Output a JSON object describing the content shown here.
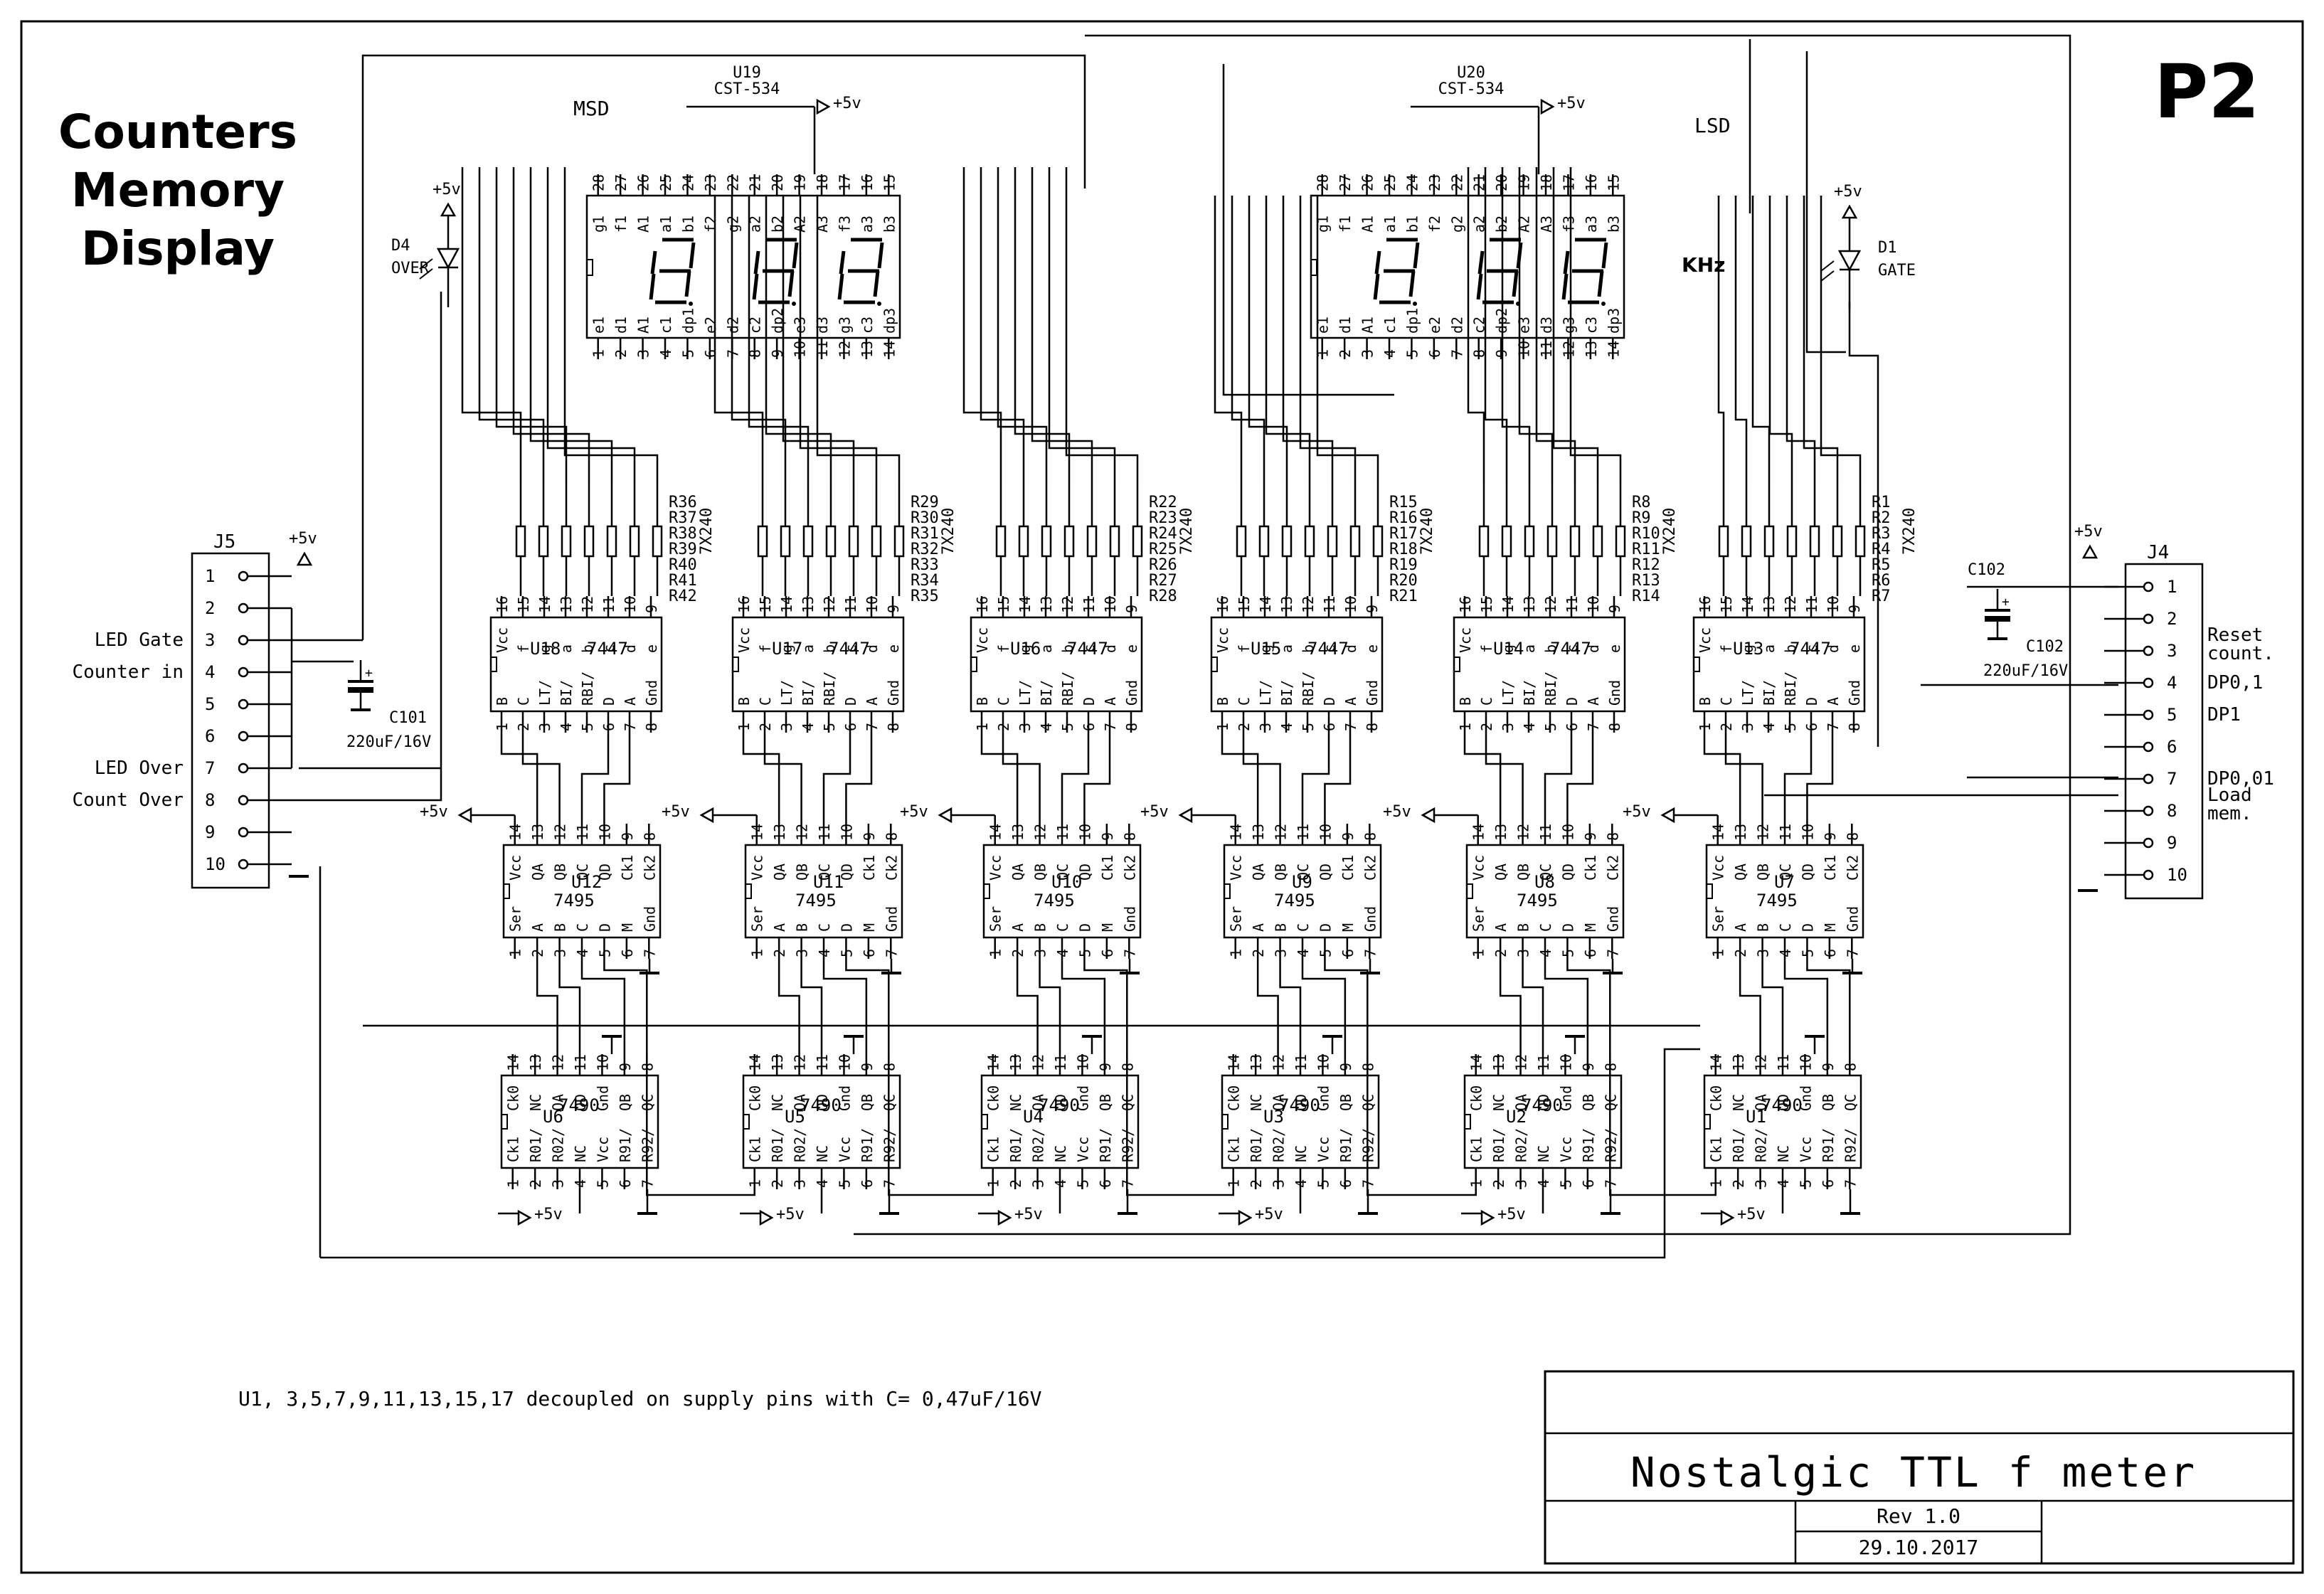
{
  "sheet": {
    "page_label": "P2",
    "heading": [
      "Counters",
      "Memory",
      "Display"
    ],
    "msd_label": "MSD",
    "lsd_label": "LSD",
    "khz_label": "KHz",
    "supply_label": "+5v",
    "note": "U1, 3,5,7,9,11,13,15,17 decoupled on supply pins with C= 0,47uF/16V"
  },
  "displays": [
    {
      "ref": "U19",
      "part": "CST-534",
      "top_pins": [
        "28",
        "27",
        "26",
        "25",
        "24",
        "23",
        "22",
        "21",
        "20",
        "19",
        "18",
        "17",
        "16",
        "15"
      ],
      "top_names": [
        "g1",
        "f1",
        "A1",
        "a1",
        "b1",
        "f2",
        "g2",
        "a2",
        "b2",
        "A2",
        "A3",
        "f3",
        "a3",
        "b3"
      ],
      "bot_pins": [
        "1",
        "2",
        "3",
        "4",
        "5",
        "6",
        "7",
        "8",
        "9",
        "10",
        "11",
        "12",
        "13",
        "14"
      ],
      "bot_names": [
        "e1",
        "d1",
        "A1",
        "c1",
        "dp1",
        "e2",
        "d2",
        "c2",
        "dp2",
        "e3",
        "d3",
        "g3",
        "c3",
        "dp3"
      ]
    },
    {
      "ref": "U20",
      "part": "CST-534",
      "top_pins": [
        "28",
        "27",
        "26",
        "25",
        "24",
        "23",
        "22",
        "21",
        "20",
        "19",
        "18",
        "17",
        "16",
        "15"
      ],
      "top_names": [
        "g1",
        "f1",
        "A1",
        "a1",
        "b1",
        "f2",
        "g2",
        "a2",
        "b2",
        "A2",
        "A3",
        "f3",
        "a3",
        "b3"
      ],
      "bot_pins": [
        "1",
        "2",
        "3",
        "4",
        "5",
        "6",
        "7",
        "8",
        "9",
        "10",
        "11",
        "12",
        "13",
        "14"
      ],
      "bot_names": [
        "e1",
        "d1",
        "A1",
        "c1",
        "dp1",
        "e2",
        "d2",
        "c2",
        "dp2",
        "e3",
        "d3",
        "g3",
        "c3",
        "dp3"
      ]
    }
  ],
  "leds": [
    {
      "ref": "D4",
      "label": "OVER"
    },
    {
      "ref": "D1",
      "label": "GATE"
    }
  ],
  "capacitors": [
    {
      "ref": "C101",
      "value": "220uF/16V"
    },
    {
      "ref": "C102",
      "value": "220uF/16V"
    }
  ],
  "resistor_networks": [
    {
      "refs": [
        "R36",
        "R37",
        "R38",
        "R39",
        "R40",
        "R41",
        "R42"
      ],
      "value": "7X240"
    },
    {
      "refs": [
        "R29",
        "R30",
        "R31",
        "R32",
        "R33",
        "R34",
        "R35"
      ],
      "value": "7X240"
    },
    {
      "refs": [
        "R22",
        "R23",
        "R24",
        "R25",
        "R26",
        "R27",
        "R28"
      ],
      "value": "7X240"
    },
    {
      "refs": [
        "R15",
        "R16",
        "R17",
        "R18",
        "R19",
        "R20",
        "R21"
      ],
      "value": "7X240"
    },
    {
      "refs": [
        "R8",
        "R9",
        "R10",
        "R11",
        "R12",
        "R13",
        "R14"
      ],
      "value": "7X240"
    },
    {
      "refs": [
        "R1",
        "R2",
        "R3",
        "R4",
        "R5",
        "R6",
        "R7"
      ],
      "value": "7X240"
    }
  ],
  "decoders": {
    "refs": [
      "U18",
      "U17",
      "U16",
      "U15",
      "U14",
      "U13"
    ],
    "part": "7447",
    "top_pins": [
      "16",
      "15",
      "14",
      "13",
      "12",
      "11",
      "10",
      "9"
    ],
    "top_names": [
      "Vcc",
      "f",
      "g",
      "a",
      "b",
      "c",
      "d",
      "e"
    ],
    "bot_pins": [
      "1",
      "2",
      "3",
      "4",
      "5",
      "6",
      "7",
      "8"
    ],
    "bot_names": [
      "B",
      "C",
      "LT/",
      "BI/",
      "RBI/",
      "D",
      "A",
      "Gnd"
    ]
  },
  "registers": {
    "refs": [
      "U12",
      "U11",
      "U10",
      "U9",
      "U8",
      "U7"
    ],
    "part": "7495",
    "top_pins": [
      "14",
      "13",
      "12",
      "11",
      "10",
      "9",
      "8"
    ],
    "top_names": [
      "Vcc",
      "QA",
      "QB",
      "QC",
      "QD",
      "Ck1",
      "Ck2"
    ],
    "bot_pins": [
      "1",
      "2",
      "3",
      "4",
      "5",
      "6",
      "7"
    ],
    "bot_names": [
      "Ser",
      "A",
      "B",
      "C",
      "D",
      "M",
      "Gnd"
    ]
  },
  "counters": {
    "refs": [
      "U6",
      "U5",
      "U4",
      "U3",
      "U2",
      "U1"
    ],
    "part": "7490",
    "top_pins": [
      "14",
      "13",
      "12",
      "11",
      "10",
      "9",
      "8"
    ],
    "top_names": [
      "Ck0",
      "NC",
      "QA",
      "QD",
      "Gnd",
      "QB",
      "QC"
    ],
    "bot_pins": [
      "1",
      "2",
      "3",
      "4",
      "5",
      "6",
      "7"
    ],
    "bot_names": [
      "Ck1",
      "R01/",
      "R02/",
      "NC",
      "Vcc",
      "R91/",
      "R92/"
    ]
  },
  "connectors": {
    "j5": {
      "ref": "J5",
      "pins": [
        "1",
        "2",
        "3",
        "4",
        "5",
        "6",
        "7",
        "8",
        "9",
        "10"
      ],
      "signals": [
        {
          "pin_index": 2,
          "lines": [
            "LED Gate"
          ]
        },
        {
          "pin_index": 3,
          "lines": [
            "Counter in"
          ]
        },
        {
          "pin_index": 6,
          "lines": [
            "LED Over"
          ]
        },
        {
          "pin_index": 7,
          "lines": [
            "Count Over"
          ]
        }
      ]
    },
    "j4": {
      "ref": "J4",
      "pins": [
        "1",
        "2",
        "3",
        "4",
        "5",
        "6",
        "7",
        "8",
        "9",
        "10"
      ],
      "signals": [
        {
          "pin_index": 2,
          "lines": [
            "Reset",
            "count."
          ]
        },
        {
          "pin_index": 3,
          "lines": [
            "DP0,1"
          ]
        },
        {
          "pin_index": 4,
          "lines": [
            "DP1"
          ]
        },
        {
          "pin_index": 6,
          "lines": [
            "DP0,01"
          ]
        },
        {
          "pin_index": 7,
          "lines": [
            "Load",
            "mem."
          ]
        }
      ]
    }
  },
  "title_block": {
    "title": "Nostalgic TTL f meter",
    "revision": "Rev 1.0",
    "date": "29.10.2017"
  }
}
